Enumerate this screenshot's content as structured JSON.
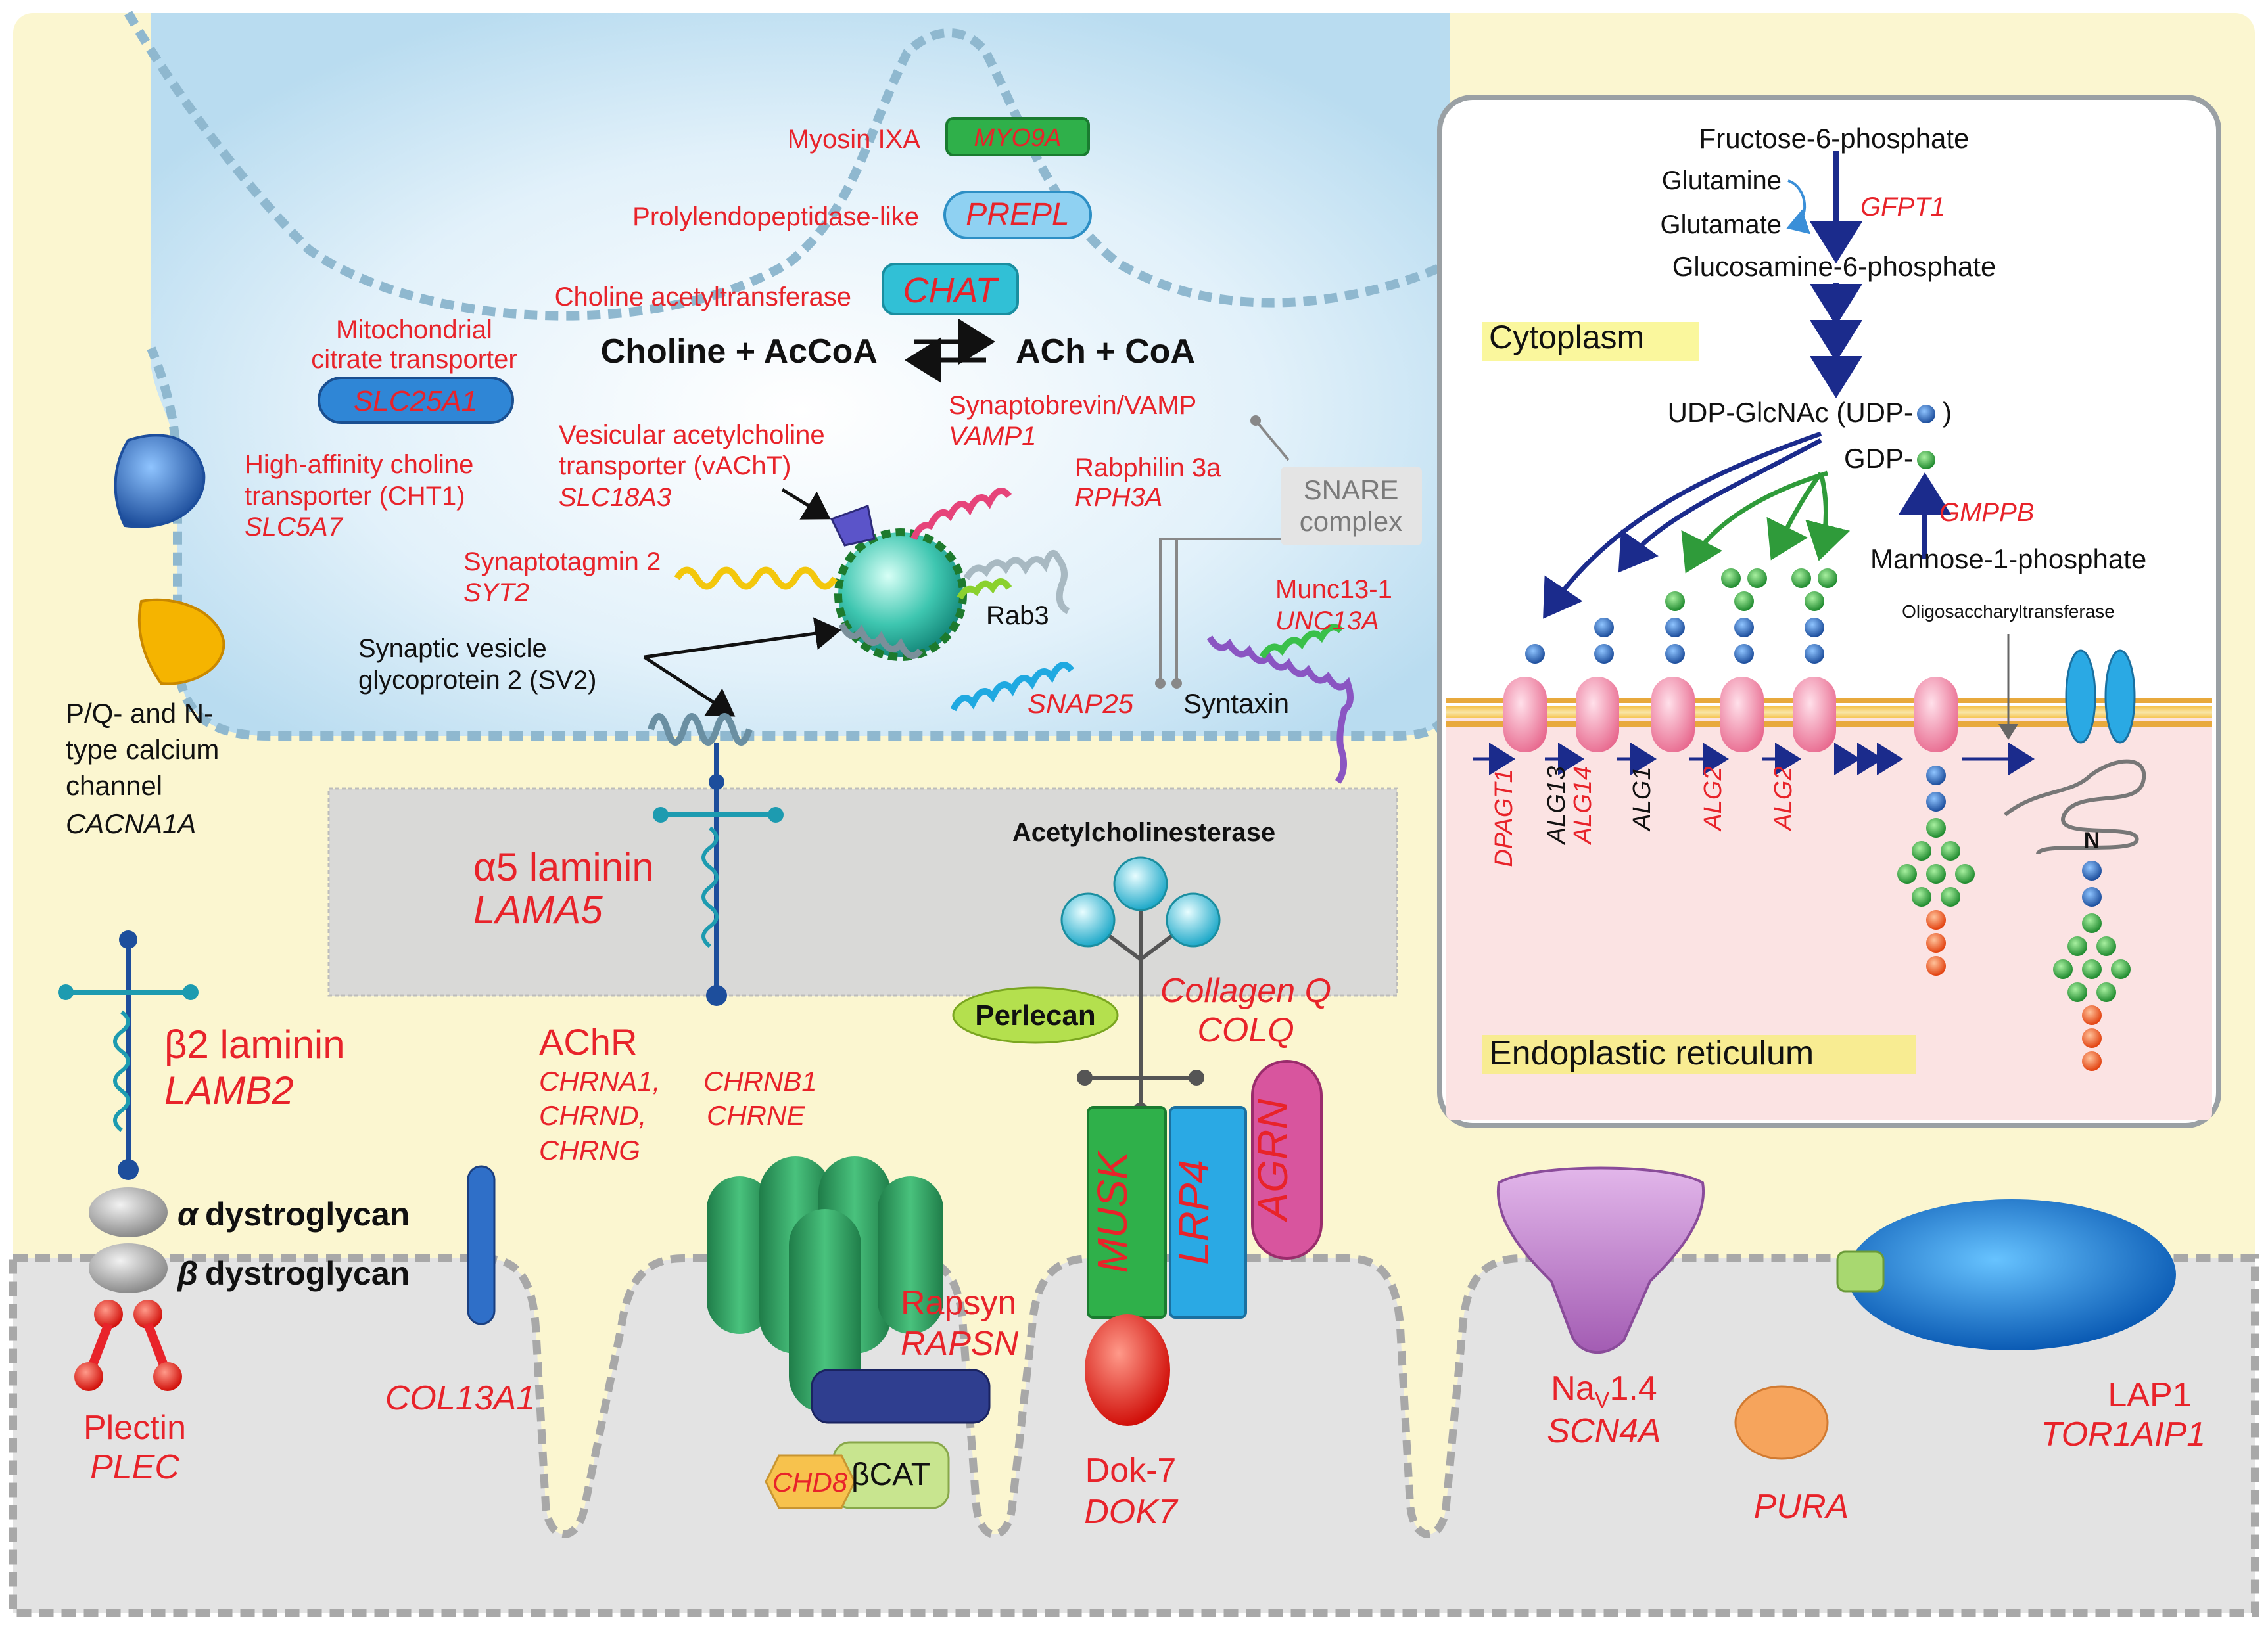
{
  "nerve_terminal": {
    "myosin": {
      "protein": "Myosin IXA",
      "gene": "MYO9A"
    },
    "prepl": {
      "protein": "Prolylendopeptidase-like",
      "gene": "PREPL"
    },
    "chat": {
      "protein": "Choline acetyltransferase",
      "gene": "CHAT"
    },
    "reaction": {
      "substrates": "Choline + AcCoA",
      "products": "ACh + CoA"
    },
    "citrate": {
      "protein_line1": "Mitochondrial",
      "protein_line2": "citrate transporter",
      "gene": "SLC25A1"
    },
    "cht1": {
      "protein_line1": "High-affinity choline",
      "protein_line2": "transporter (CHT1)",
      "gene": "SLC5A7"
    },
    "vacht": {
      "protein_line1": "Vesicular acetylcholine",
      "protein_line2": "transporter (vAChT)",
      "gene": "SLC18A3"
    },
    "vamp": {
      "protein": "Synaptobrevin/VAMP",
      "gene": "VAMP1"
    },
    "rabphilin": {
      "protein": "Rabphilin 3a",
      "gene": "RPH3A"
    },
    "snare": {
      "line1": "SNARE",
      "line2": "complex"
    },
    "syt": {
      "protein": "Synaptotagmin 2",
      "gene": "SYT2"
    },
    "rab3": "Rab3",
    "munc": {
      "protein": "Munc13-1",
      "gene": "UNC13A"
    },
    "sv2": {
      "line1": "Synaptic vesicle",
      "line2": "glycoprotein 2 (SV2)"
    },
    "snap25": "SNAP25",
    "syntaxin": "Syntaxin",
    "calcium": {
      "line1": "P/Q- and N-",
      "line2": "type calcium",
      "line3": "channel",
      "gene": "CACNA1A"
    }
  },
  "synaptic_cleft": {
    "laminin_a5": {
      "protein": "α5 laminin",
      "gene": "LAMA5"
    },
    "acetylcholinesterase": "Acetylcholinesterase",
    "perlecan": "Perlecan",
    "collagen_q": {
      "protein": "Collagen Q",
      "gene": "COLQ"
    },
    "laminin_b2": {
      "protein": "β2 laminin",
      "gene": "LAMB2"
    },
    "achr": {
      "title": "AChR",
      "genes_line1_a": "CHRNA1,",
      "genes_line1_b": "CHRNB1",
      "genes_line2_a": "CHRND,",
      "genes_line2_b": "CHRNE",
      "genes_line3": "CHRNG"
    }
  },
  "postsynaptic": {
    "alpha_dg": {
      "greek": "α",
      "label": "dystroglycan"
    },
    "beta_dg": {
      "greek": "β",
      "label": "dystroglycan"
    },
    "plectin": {
      "protein": "Plectin",
      "gene": "PLEC"
    },
    "col13a1": "COL13A1",
    "musk": "MUSK",
    "lrp4": "LRP4",
    "agrn": "AGRN",
    "rapsyn": {
      "protein": "Rapsyn",
      "gene": "RAPSN"
    },
    "bcat": "βCAT",
    "chd8": "CHD8",
    "dok7": {
      "protein": "Dok-7",
      "gene": "DOK7"
    },
    "nav": {
      "protein_main": "Na",
      "protein_sub": "V",
      "protein_tail": "1.4",
      "gene": "SCN4A"
    },
    "pura": "PURA",
    "lap1": {
      "protein": "LAP1",
      "gene": "TOR1AIP1"
    }
  },
  "glycosylation_panel": {
    "f6p": "Fructose-6-phosphate",
    "glutamine": "Glutamine",
    "glutamate": "Glutamate",
    "gfpt1": "GFPT1",
    "g6p": "Glucosamine-6-phosphate",
    "cytoplasm": "Cytoplasm",
    "udp_glcnac": "UDP-GlcNAc (UDP-",
    "udp_close": ")",
    "gdp": "GDP-",
    "gmppb": "GMPPB",
    "m1p": "Mannose-1-phosphate",
    "ost": "Oligosaccharyltransferase",
    "dpagt1": "DPAGT1",
    "alg13": "ALG13",
    "alg14": "ALG14",
    "alg1": "ALG1",
    "alg2a": "ALG2",
    "alg2b": "ALG2",
    "n_label": "N",
    "er": "Endoplastic reticulum"
  },
  "colors": {
    "red_label": "#e8232a",
    "background": "#fbf6d0",
    "terminal": "#d8edf8",
    "glcnac": "#2e5aa8",
    "mannose": "#2f9b3a",
    "glucose": "#f05a22"
  }
}
